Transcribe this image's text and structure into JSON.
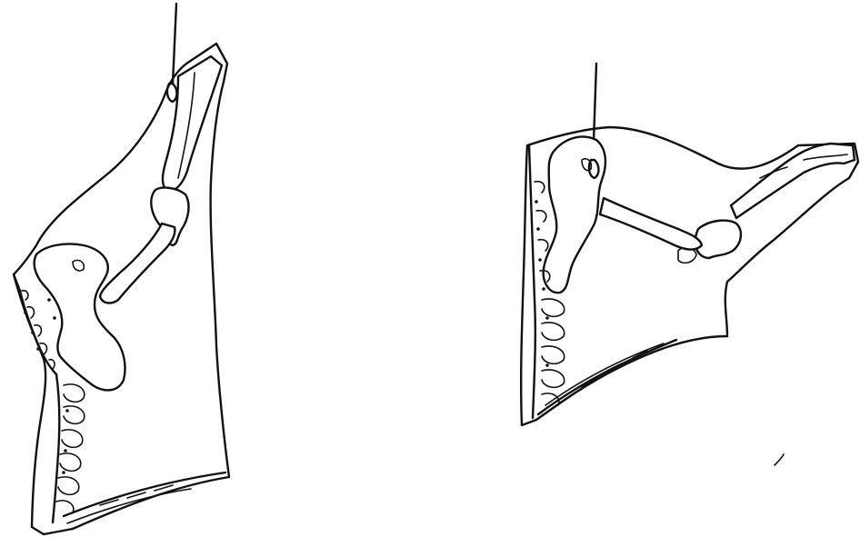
{
  "figure": {
    "background": "#ffffff",
    "ink_color": "#111111",
    "panels": [
      {
        "id": "left",
        "subject": "meat-cut-with-bone"
      },
      {
        "id": "right",
        "subject": "meat-cut-with-bone"
      }
    ]
  }
}
